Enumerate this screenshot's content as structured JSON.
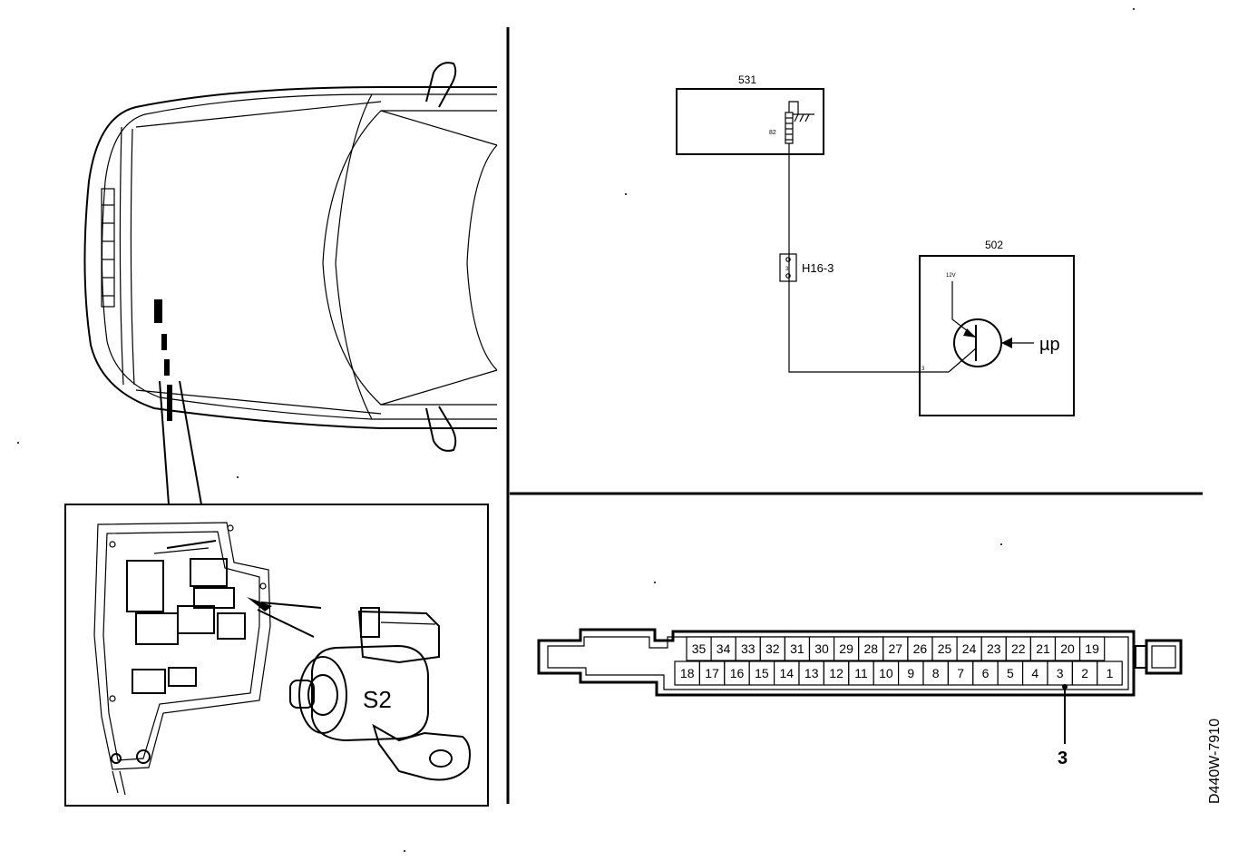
{
  "figure_code": "D440W-7910",
  "schematic": {
    "component_top": {
      "number": "531",
      "pin_label": "82"
    },
    "connector": {
      "pin": "3",
      "label": "H16-3"
    },
    "component_bottom": {
      "number": "502",
      "supply_label": "12V",
      "pin_label": "3",
      "input_label": "µp"
    }
  },
  "locator": {
    "solenoid_label": "S2"
  },
  "connector_block": {
    "top_row": [
      "35",
      "34",
      "33",
      "32",
      "31",
      "30",
      "29",
      "28",
      "27",
      "26",
      "25",
      "24",
      "23",
      "22",
      "21",
      "20",
      "19"
    ],
    "bottom_row": [
      "18",
      "17",
      "16",
      "15",
      "14",
      "13",
      "12",
      "11",
      "10",
      "9",
      "8",
      "7",
      "6",
      "5",
      "4",
      "3",
      "2",
      "1"
    ],
    "callout": "3"
  }
}
